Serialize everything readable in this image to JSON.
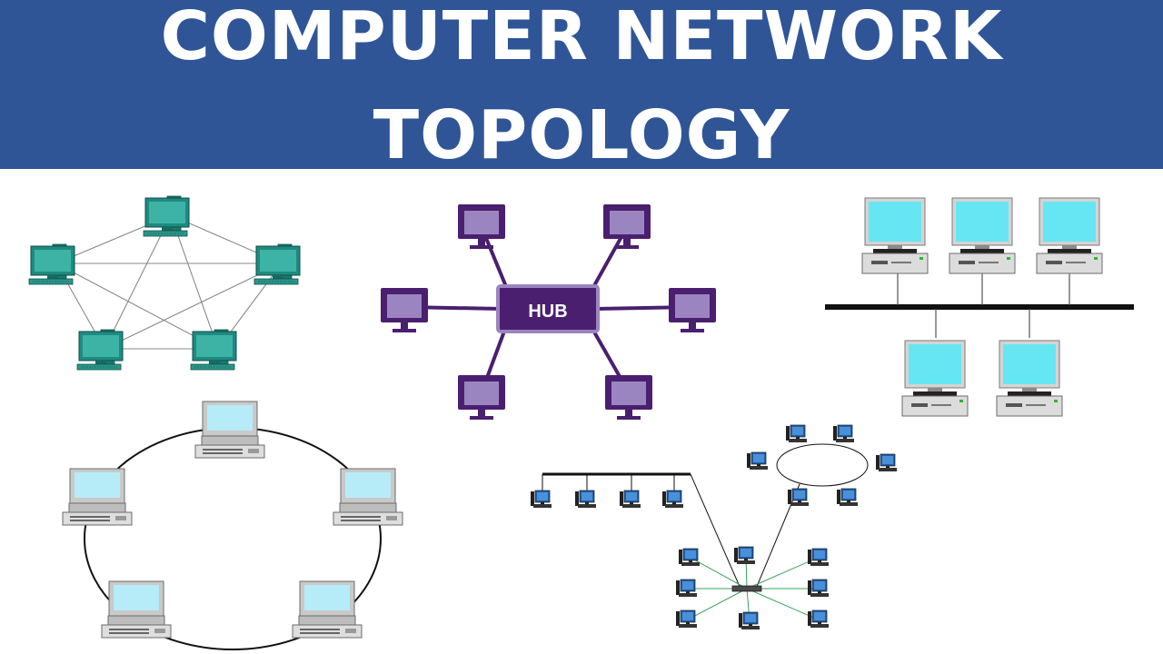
{
  "title": {
    "line1": "COMPUTER NETWORK",
    "line2": "TOPOLOGY"
  },
  "star": {
    "hub_label": "HUB"
  },
  "colors": {
    "banner": "#2f5597",
    "mesh_computer": "#1f8a80",
    "star_accent": "#4b1f6f",
    "star_screen": "#9b85c0",
    "bus_screen": "#66e6f3",
    "ring_screen": "#b6ecf7",
    "hybrid_computer": "#1f5fa8"
  },
  "icons": {
    "mesh": "desktop-computer-icon",
    "star": "monitor-icon",
    "bus": "workstation-icon",
    "ring": "workstation-icon",
    "hybrid": "small-computer-icon"
  }
}
